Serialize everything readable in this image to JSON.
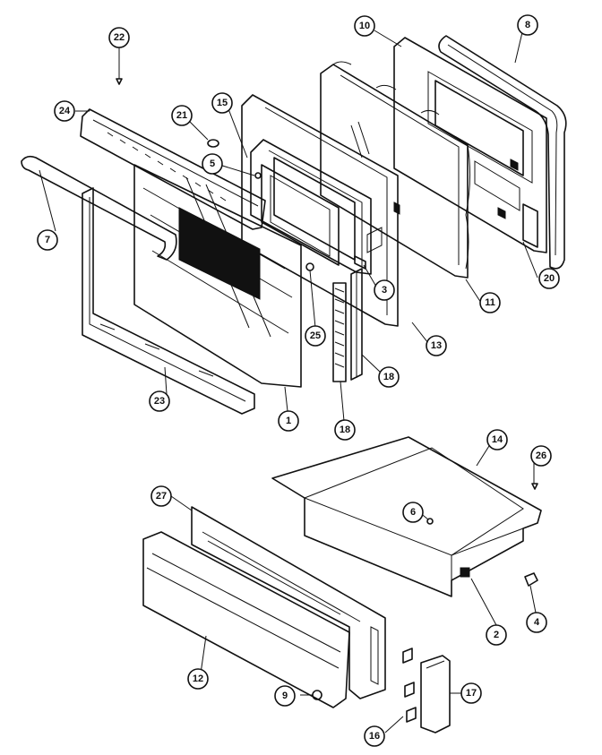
{
  "diagram": {
    "callouts": [
      {
        "id": "c22",
        "label": "22"
      },
      {
        "id": "c10",
        "label": "10"
      },
      {
        "id": "c8",
        "label": "8"
      },
      {
        "id": "c24",
        "label": "24"
      },
      {
        "id": "c21",
        "label": "21"
      },
      {
        "id": "c15",
        "label": "15"
      },
      {
        "id": "c5",
        "label": "5"
      },
      {
        "id": "c7",
        "label": "7"
      },
      {
        "id": "c3",
        "label": "3"
      },
      {
        "id": "c11",
        "label": "11"
      },
      {
        "id": "c20",
        "label": "20"
      },
      {
        "id": "c25",
        "label": "25"
      },
      {
        "id": "c13",
        "label": "13"
      },
      {
        "id": "c18a",
        "label": "18"
      },
      {
        "id": "c23",
        "label": "23"
      },
      {
        "id": "c1",
        "label": "1"
      },
      {
        "id": "c18b",
        "label": "18"
      },
      {
        "id": "c14",
        "label": "14"
      },
      {
        "id": "c26",
        "label": "26"
      },
      {
        "id": "c27",
        "label": "27"
      },
      {
        "id": "c6",
        "label": "6"
      },
      {
        "id": "c2",
        "label": "2"
      },
      {
        "id": "c4",
        "label": "4"
      },
      {
        "id": "c12",
        "label": "12"
      },
      {
        "id": "c17",
        "label": "17"
      },
      {
        "id": "c9",
        "label": "9"
      },
      {
        "id": "c16",
        "label": "16"
      }
    ]
  }
}
